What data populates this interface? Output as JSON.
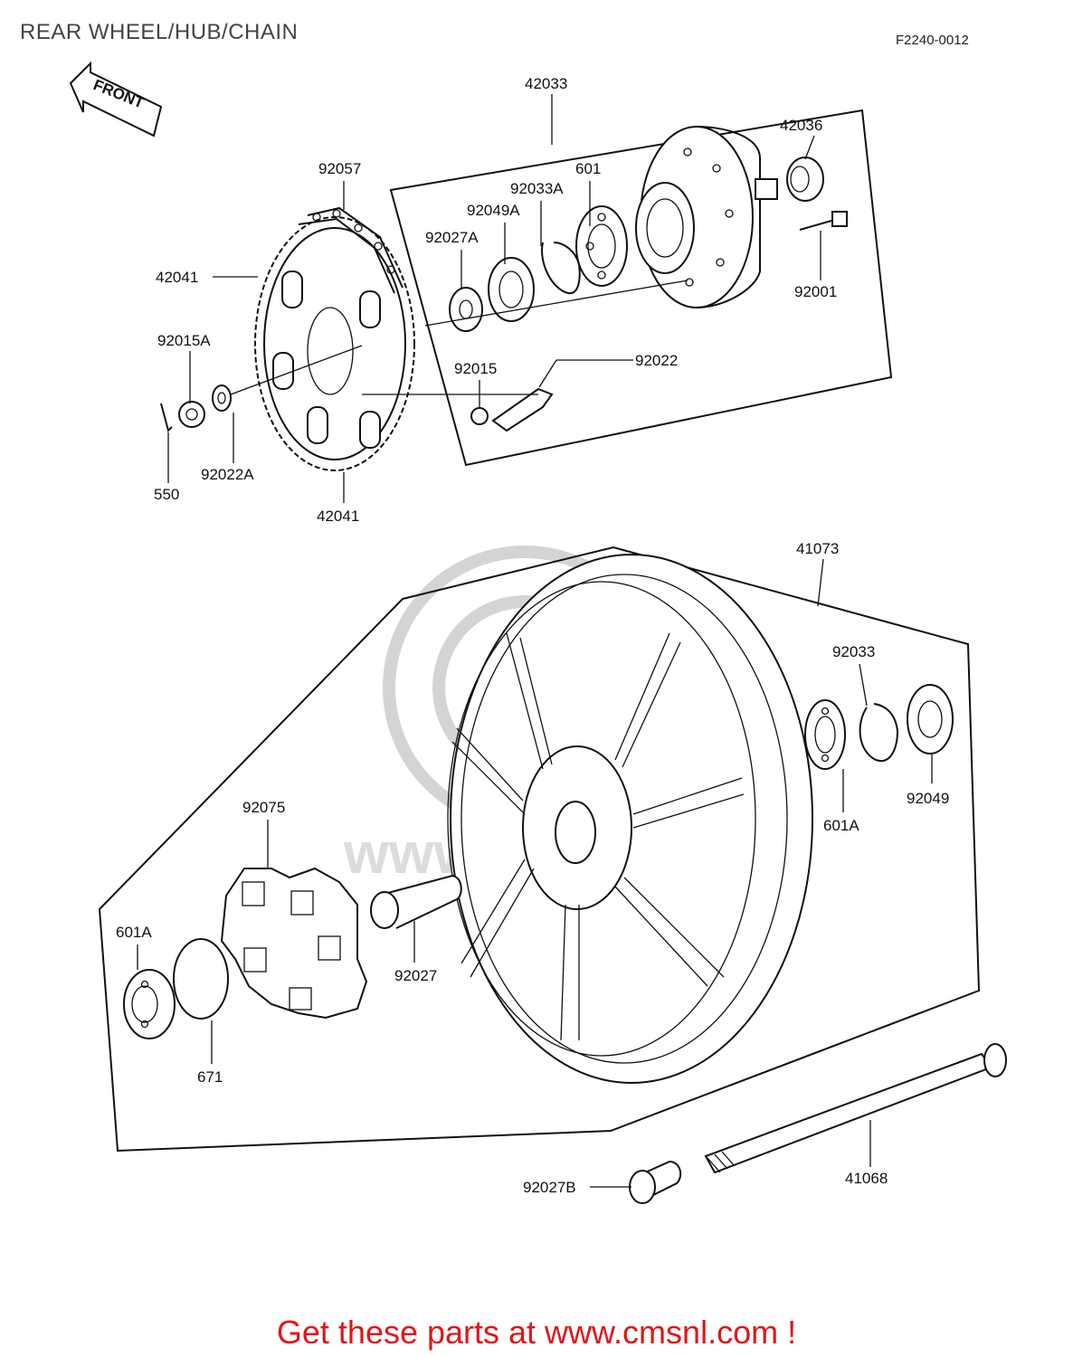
{
  "header": {
    "title": "REAR WHEEL/HUB/CHAIN",
    "diagram_code": "F2240-0012"
  },
  "direction_marker": "FRONT",
  "part_labels": {
    "p42033": "42033",
    "p42036": "42036",
    "p92057": "92057",
    "p92033A": "92033A",
    "p601": "601",
    "p92049A": "92049A",
    "p92027A": "92027A",
    "p42041_top": "42041",
    "p92015A": "92015A",
    "p92001": "92001",
    "p92015": "92015",
    "p92022": "92022",
    "p550": "550",
    "p92022A": "92022A",
    "p42041_bottom": "42041",
    "p41073": "41073",
    "p92033": "92033",
    "p92049": "92049",
    "p601A_right": "601A",
    "p92075": "92075",
    "p601A_left": "601A",
    "p92027": "92027",
    "p671": "671",
    "p92027B": "92027B",
    "p41068": "41068"
  },
  "watermark": "www.cmsnl.com",
  "footer": {
    "cta_text": "Get these parts at www.cmsnl.com !",
    "cta_color": "#e0161b"
  }
}
